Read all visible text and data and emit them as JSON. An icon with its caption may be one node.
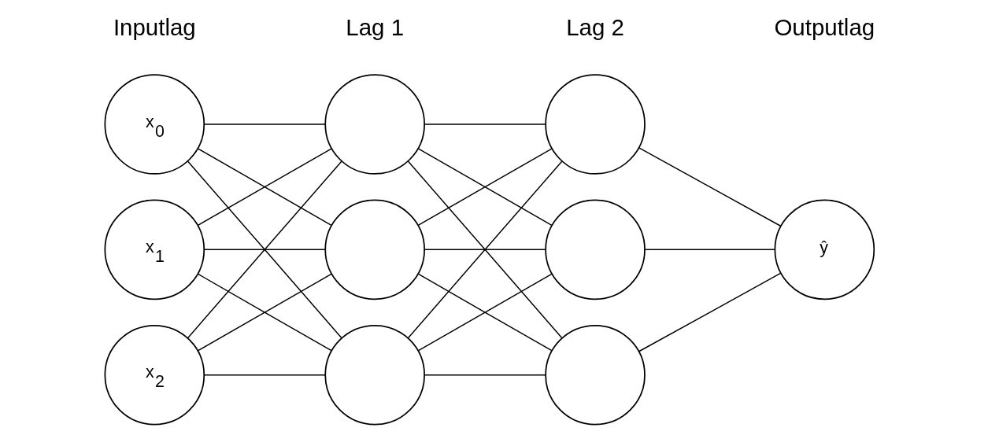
{
  "diagram": {
    "nodes": [
      {
        "text": [
          "x$_{0}$"
        ]
      },
      {
        "text": [
          "x$_{1}$"
        ]
      },
      {
        "text": [
          "x$_{2}$"
        ]
      },
      {
        "text": [],
        "shape": "circle"
      },
      {
        "text": [],
        "shape": "circle"
      },
      {
        "text": [],
        "shape": "circle"
      },
      {
        "text": [],
        "shape": "circle"
      },
      {
        "text": [],
        "shape": "circle"
      },
      {
        "text": [],
        "shape": "circle"
      },
      {
        "text": [
          "ŷ"
        ]
      }
    ],
    "edges": [
      {
        "from": 0,
        "to": 3,
        "arrow": "none"
      },
      {
        "from": 0,
        "to": 4,
        "arrow": "none"
      },
      {
        "from": 0,
        "to": 5,
        "arrow": "none"
      },
      {
        "from": 1,
        "to": 3,
        "arrow": "none"
      },
      {
        "from": 1,
        "to": 4,
        "arrow": "none"
      },
      {
        "from": 1,
        "to": 5,
        "arrow": "none"
      },
      {
        "from": 2,
        "to": 3,
        "arrow": "none"
      },
      {
        "from": 2,
        "to": 4,
        "arrow": "none"
      },
      {
        "from": 2,
        "to": 5,
        "arrow": "none"
      },
      {
        "from": 3,
        "to": 6,
        "arrow": "none"
      },
      {
        "from": 3,
        "to": 7,
        "arrow": "none"
      },
      {
        "from": 3,
        "to": 8,
        "arrow": "none"
      },
      {
        "from": 4,
        "to": 6,
        "arrow": "none"
      },
      {
        "from": 4,
        "to": 7,
        "arrow": "none"
      },
      {
        "from": 4,
        "to": 8,
        "arrow": "none"
      },
      {
        "from": 5,
        "to": 6,
        "arrow": "none"
      },
      {
        "from": 5,
        "to": 7,
        "arrow": "none"
      },
      {
        "from": 5,
        "to": 8,
        "arrow": "none"
      },
      {
        "from": 6,
        "to": 9,
        "arrow": "none"
      },
      {
        "from": 7,
        "to": 9,
        "arrow": "none"
      },
      {
        "from": 8,
        "to": 9,
        "arrow": "none"
      }
    ],
    "labels": [
      "Inputlag",
      "Lag 1",
      "Lag 2",
      "Outputlag"
    ]
  }
}
